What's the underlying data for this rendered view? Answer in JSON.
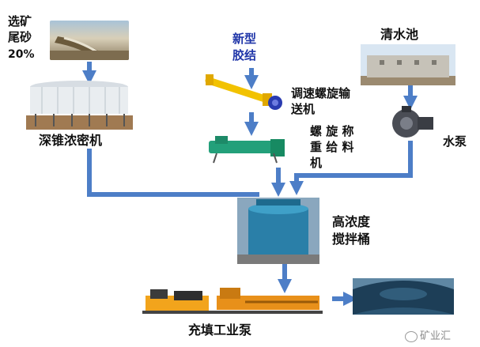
{
  "labels": {
    "tailings_line1": "选矿",
    "tailings_line2": "尾砂",
    "tailings_line3": "20%",
    "binder_line1": "新型",
    "binder_line2": "胶结",
    "clear_pool": "清水池",
    "screw_conveyor_line1": "调速螺旋输",
    "screw_conveyor_line2": "送机",
    "screw_scale_line1": "螺 旋 称",
    "screw_scale_line2": "重 给 料",
    "screw_scale_line3": "机",
    "water_pump": "水泵",
    "thickener": "深锥浓密机",
    "mixer_line1": "高浓度",
    "mixer_line2": "搅拌桶",
    "fill_pump": "充填工业泵",
    "watermark": "矿业汇"
  },
  "colors": {
    "arrow": "#4d7ec7",
    "label_blue": "#1f35a8"
  }
}
